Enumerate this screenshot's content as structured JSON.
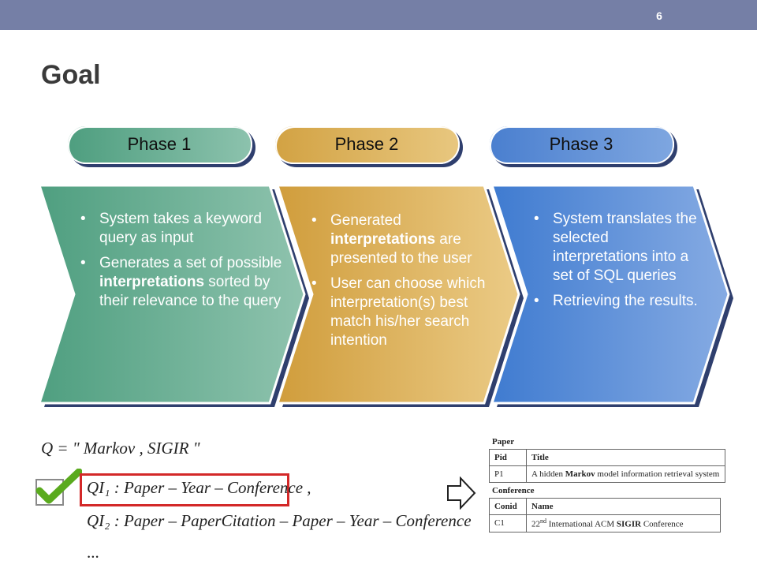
{
  "slide": {
    "number": "6",
    "title": "Goal"
  },
  "phases": [
    {
      "label": "Phase 1",
      "bullets": [
        {
          "parts": [
            "System takes a keyword query as input"
          ]
        },
        {
          "parts": [
            "Generates a set of possible ",
            "interpretations",
            " sorted by their relevance to the query"
          ]
        }
      ]
    },
    {
      "label": "Phase 2",
      "bullets": [
        {
          "parts": [
            "Generated ",
            "interpretations",
            " are presented to the user"
          ]
        },
        {
          "parts": [
            "User can choose which interpretation(s) best match his/her search intention"
          ]
        }
      ]
    },
    {
      "label": "Phase 3",
      "bullets": [
        {
          "parts": [
            "System translates the selected interpretations into a set of SQL queries"
          ]
        },
        {
          "parts": [
            "Retrieving the results."
          ]
        }
      ]
    }
  ],
  "formulas": {
    "query": "Q = \" Markov , SIGIR \"",
    "interpretation_1": "QI₁ : Paper – Year – Conference ,",
    "interpretation_2": "QI₂ : Paper – PaperCitation – Paper – Year – Conference",
    "ellipsis": "..."
  },
  "tables": {
    "paper": {
      "caption": "Paper",
      "headers": [
        "Pid",
        "Title"
      ],
      "rows": [
        [
          "P1",
          "A hidden Markov model information retrieval system"
        ]
      ],
      "bold_word": "Markov"
    },
    "conference": {
      "caption": "Conference",
      "headers": [
        "Conid",
        "Name"
      ],
      "rows": [
        [
          "C1",
          "22nd International ACM SIGIR Conference"
        ]
      ],
      "name_prefix": "22",
      "name_sup": "nd",
      "name_mid": " International ACM ",
      "name_bold": "SIGIR",
      "name_suffix": " Conference"
    }
  },
  "colors": {
    "top_bar": "#757fa6",
    "phase1": "#5fa88b",
    "phase2": "#dcb05a",
    "phase3": "#5a8fd8",
    "highlight_box": "#d32828",
    "check_green": "#5aaa1e"
  }
}
